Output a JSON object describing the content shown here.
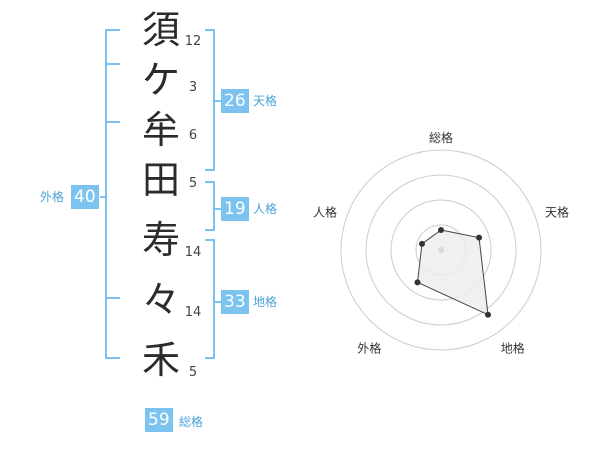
{
  "characters": [
    {
      "char": "須",
      "strokes": "12"
    },
    {
      "char": "ケ",
      "strokes": "3"
    },
    {
      "char": "牟",
      "strokes": "6"
    },
    {
      "char": "田",
      "strokes": "5"
    },
    {
      "char": "寿",
      "strokes": "14"
    },
    {
      "char": "々",
      "strokes": "14"
    },
    {
      "char": "禾",
      "strokes": "5"
    }
  ],
  "kakaku": {
    "tenkaku": {
      "label": "天格",
      "value": "26"
    },
    "jinkaku": {
      "label": "人格",
      "value": "19"
    },
    "chikaku": {
      "label": "地格",
      "value": "33"
    },
    "gaikaku": {
      "label": "外格",
      "value": "40"
    },
    "soukaku": {
      "label": "総格",
      "value": "59"
    }
  },
  "radar": {
    "axes": [
      "総格",
      "天格",
      "地格",
      "外格",
      "人格"
    ],
    "values": [
      1,
      2,
      4,
      2,
      1
    ],
    "max": 5,
    "colors": {
      "ring": "#cccccc",
      "fill": "#ececec",
      "line": "#444444",
      "point": "#333333",
      "center": "#d9d9d9"
    }
  },
  "colors": {
    "accent": "#7cc4ef",
    "accent_text": "#4aa3d9"
  }
}
